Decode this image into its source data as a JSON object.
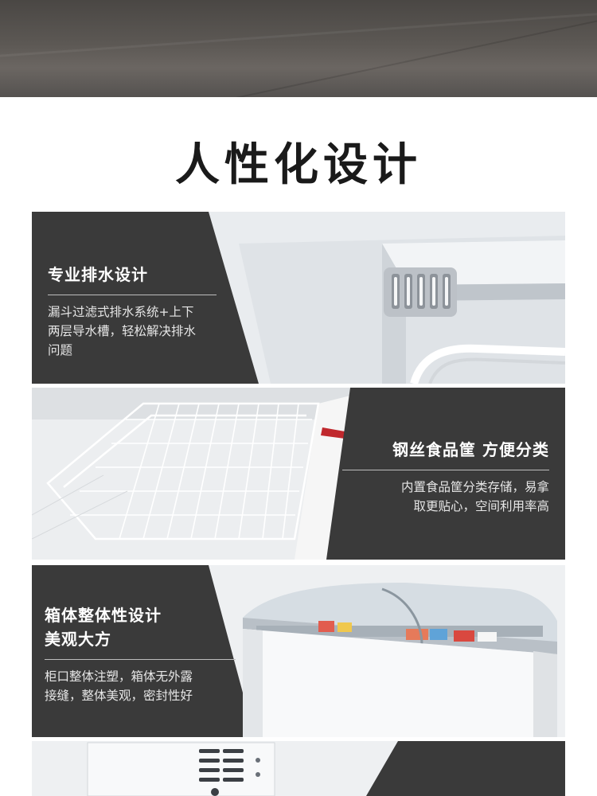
{
  "page": {
    "title": "人性化设计"
  },
  "features": [
    {
      "title_lines": [
        "专业排水设计"
      ],
      "description": [
        "漏斗过滤式排水系统+上下",
        "两层导水槽，轻松解决排水",
        "问题"
      ]
    },
    {
      "title_lines": [
        "钢丝食品筐 方便分类"
      ],
      "description": [
        "内置食品筐分类存储，易拿",
        "取更贴心，空间利用率高"
      ]
    },
    {
      "title_lines": [
        "箱体整体性设计",
        "美观大方"
      ],
      "description": [
        "柜口整体注塑，箱体无外露",
        "接缝，整体美观，密封性好"
      ]
    }
  ],
  "colors": {
    "panel_dark": "#3a3a3a",
    "title_text": "#1a1a1a",
    "accent_red": "#c0282d"
  }
}
